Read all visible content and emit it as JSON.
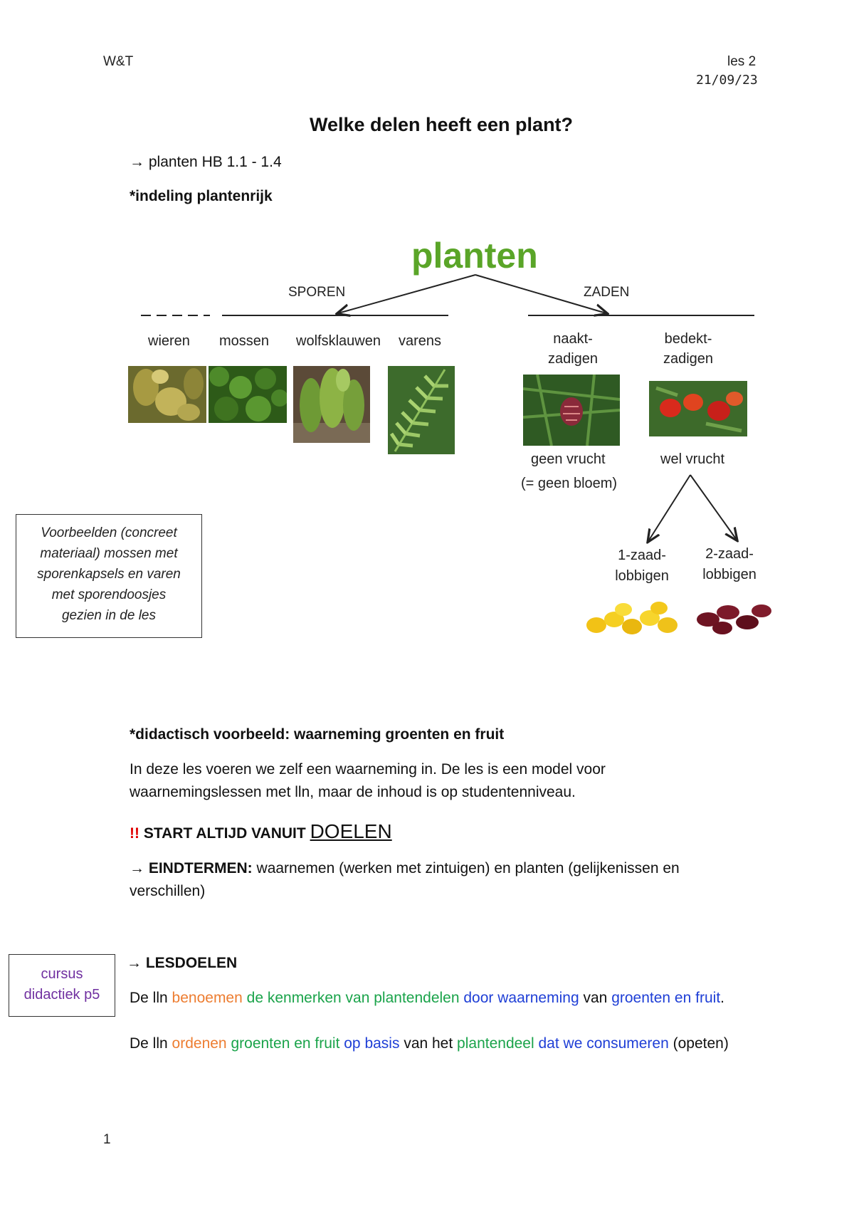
{
  "header": {
    "left": "W&T",
    "right_line1": "les 2",
    "right_line2": "21/09/23"
  },
  "title": "Welke delen heeft een plant?",
  "ref_line": {
    "arrow": "→",
    "text": "planten HB 1.1 - 1.4"
  },
  "section1": "*indeling plantenrijk",
  "diagram": {
    "root": "planten",
    "sporen": "SPOREN",
    "zaden": "ZADEN",
    "groups": {
      "wieren": "wieren",
      "mossen": "mossen",
      "wolfsklauwen": "wolfsklauwen",
      "varens": "varens"
    },
    "naakt": [
      "naakt-",
      "zadigen"
    ],
    "bedekt": [
      "bedekt-",
      "zadigen"
    ],
    "geen_vrucht": "geen vrucht",
    "geen_bloem": "(= geen bloem)",
    "wel_vrucht": "wel vrucht",
    "een_zaad": [
      "1-zaad-",
      "lobbigen"
    ],
    "twee_zaad": [
      "2-zaad-",
      "lobbigen"
    ],
    "colors": {
      "root": "#5aa528"
    }
  },
  "note_box": [
    "Voorbeelden (concreet",
    "materiaal) mossen met",
    "sporenkapsels en varen",
    "met sporendoosjes",
    "gezien in de les"
  ],
  "section2": "*didactisch voorbeeld: waarneming groenten en fruit",
  "intro": [
    "In deze les voeren we zelf een waarneming in. De les is een model voor",
    "waarnemingslessen met lln, maar de inhoud is op studentenniveau."
  ],
  "start": {
    "marks": "!!",
    "text": "START ALTIJD VANUIT",
    "big": "DOELEN"
  },
  "eindtermen": {
    "arrow": "→",
    "label": "EINDTERMEN:",
    "text1": "waarnemen (werken met zintuigen) en planten (gelijkenissen en",
    "text2": "verschillen)"
  },
  "cursus_box": [
    "cursus",
    "didactiek p5"
  ],
  "lesdoelen": {
    "arrow": "→",
    "label": "LESDOELEN"
  },
  "doel1": {
    "a": "De lln",
    "b": "benoemen",
    "c": "de kenmerken van plantendelen",
    "d": "door waarneming",
    "e": "van",
    "f": "groenten en",
    "g": "fruit",
    "h": "."
  },
  "doel2": {
    "a": "De lln",
    "b": "ordenen",
    "c": "groenten en fruit",
    "d": "op basis",
    "e": "van het",
    "f": "plantendeel",
    "g": "dat we consumeren",
    "h": "(opeten)"
  },
  "page_number": "1"
}
